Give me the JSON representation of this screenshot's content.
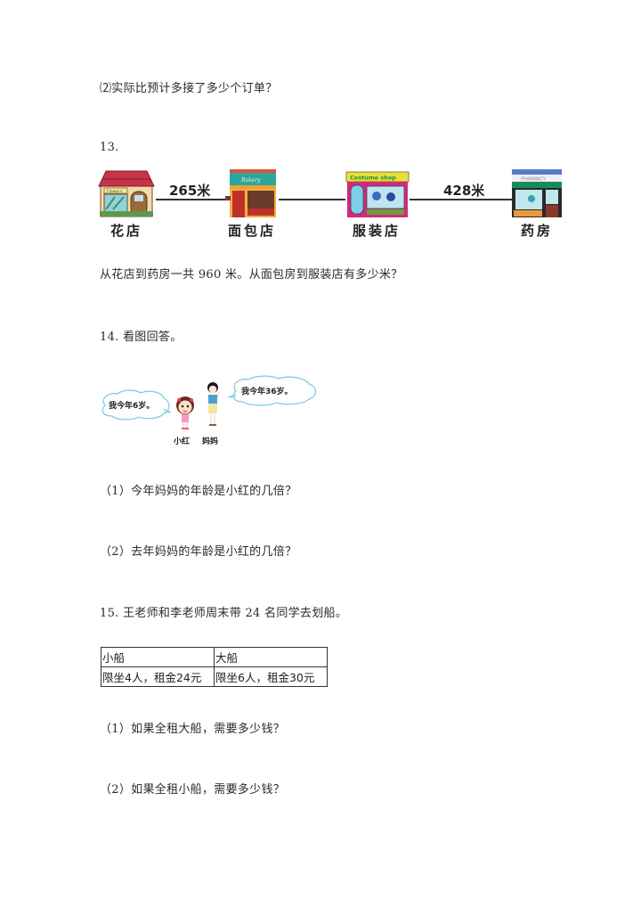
{
  "q12": {
    "part2": "⑵实际比预计多接了多少个订单？"
  },
  "q13": {
    "number": "13.",
    "shops": [
      {
        "name": "花店",
        "sign": "Flowers"
      },
      {
        "name": "面包店",
        "sign": "Bakery"
      },
      {
        "name": "服装店",
        "sign": "Costume shop"
      },
      {
        "name": "药房",
        "sign": "PHARMACY"
      }
    ],
    "distances": {
      "flower_to_bakery": "265米",
      "costume_to_pharmacy": "428米"
    },
    "question": "从花店到药房一共 960 米。从面包房到服装店有多少米？"
  },
  "q14": {
    "title": "14. 看图回答。",
    "bubble_girl": "我今年6岁。",
    "bubble_mom": "我今年36岁。",
    "name_girl": "小红",
    "name_mom": "妈妈",
    "part1": "（1）今年妈妈的年龄是小红的几倍？",
    "part2": "（2）去年妈妈的年龄是小红的几倍？"
  },
  "q15": {
    "title": "15. 王老师和李老师周末带 24 名同学去划船。",
    "table": {
      "headers": [
        "小船",
        "大船"
      ],
      "rows": [
        [
          "限坐4人，租金24元",
          "限坐6人，租金30元"
        ]
      ]
    },
    "part1": "（1）如果全租大船，需要多少钱？",
    "part2": "（2）如果全租小船，需要多少钱？"
  }
}
